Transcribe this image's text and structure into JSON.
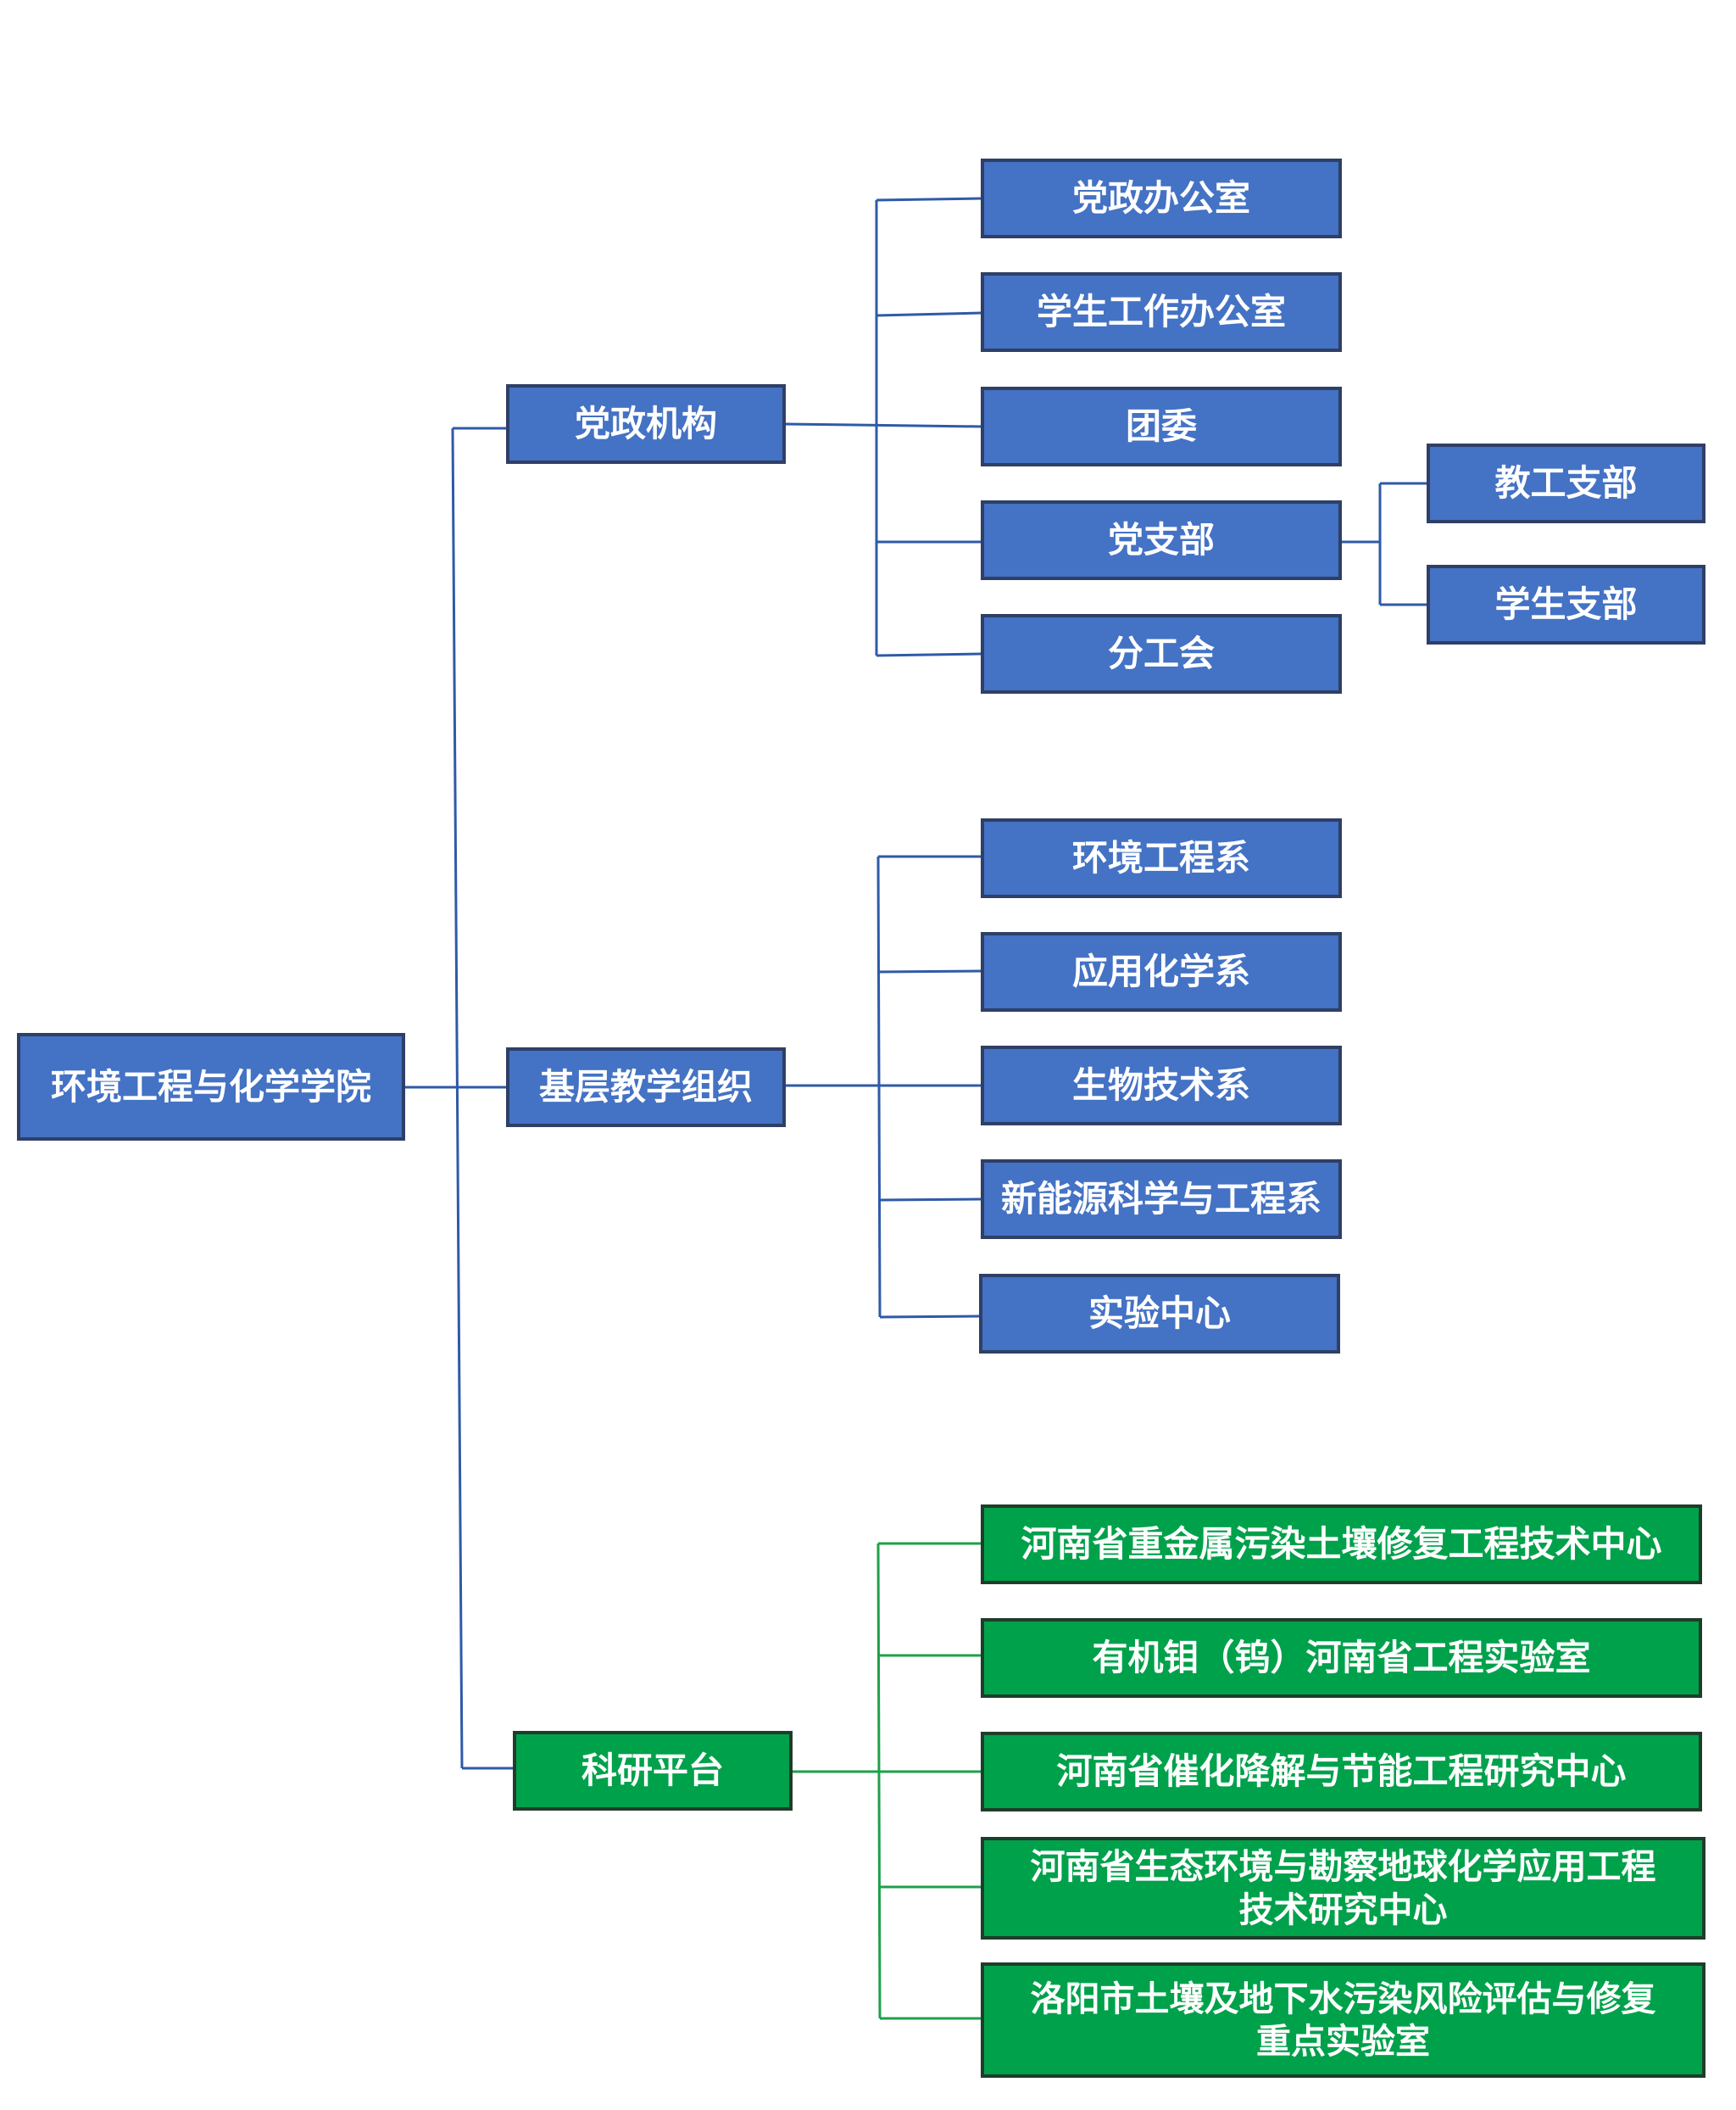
{
  "root": {
    "label": "环境工程与化学学院"
  },
  "categories": [
    {
      "label": "党政机构"
    },
    {
      "label": "基层教学组织"
    },
    {
      "label": "科研平台"
    }
  ],
  "party_units": [
    "党政办公室",
    "学生工作办公室",
    "团委",
    "党支部",
    "分工会"
  ],
  "party_branches": [
    "教工支部",
    "学生支部"
  ],
  "teaching_units": [
    "环境工程系",
    "应用化学系",
    "生物技术系",
    "新能源科学与工程系",
    "实验中心"
  ],
  "research_platforms": [
    "河南省重金属污染土壤修复工程技术中心",
    "有机钼（钨）河南省工程实验室",
    "河南省催化降解与节能工程研究中心",
    "河南省生态环境与勘察地球化学应用工程\n技术研究中心",
    "洛阳市土壤及地下水污染风险评估与修复\n重点实验室"
  ],
  "colors": {
    "blue_node": "#4472c4",
    "green_node": "#00a14b",
    "blue_line": "#2f5aa8",
    "green_line": "#1fa04a"
  }
}
